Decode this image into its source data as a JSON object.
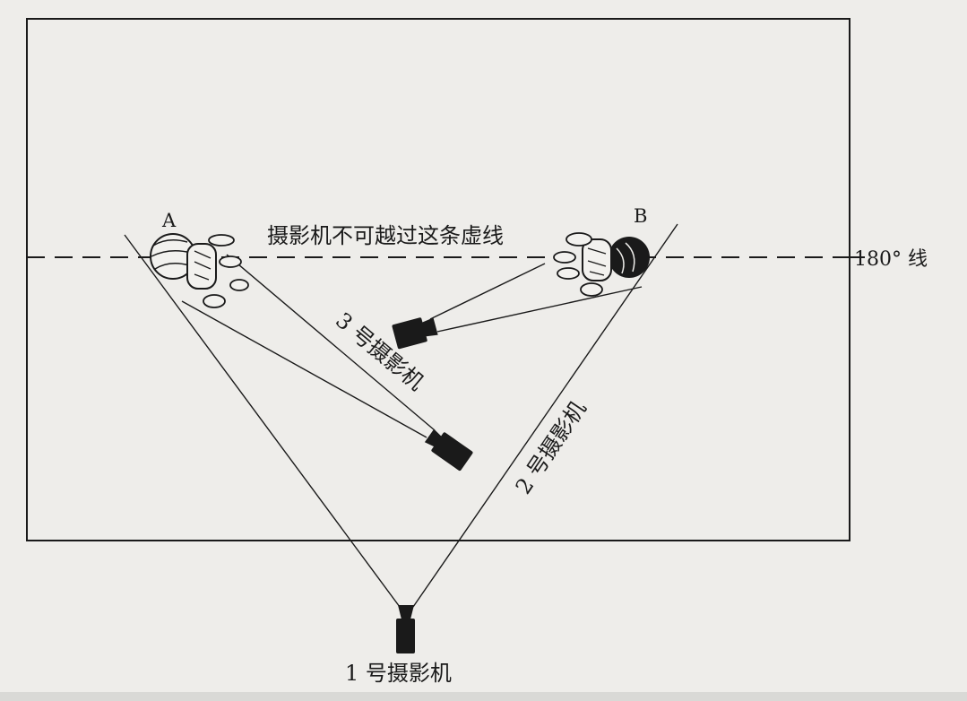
{
  "labels": {
    "person_a": "A",
    "person_b": "B",
    "line_note": "摄影机不可越过这条虚线",
    "line_name": "180° 线",
    "camera_1": "1 号摄影机",
    "camera_2": "2 号摄影机",
    "camera_3": "3 号摄影机"
  },
  "colors": {
    "paper": "#eeedea",
    "ink": "#1a1a1a"
  }
}
